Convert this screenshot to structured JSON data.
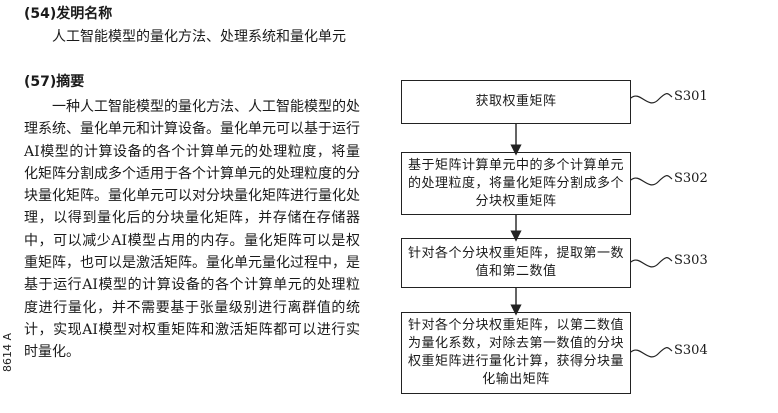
{
  "title_section": {
    "label": "(54)发明名称",
    "text": "人工智能模型的量化方法、处理系统和量化单元"
  },
  "abstract_section": {
    "label": "(57)摘要",
    "text": "一种人工智能模型的量化方法、人工智能模型的处理系统、量化单元和计算设备。量化单元可以基于运行AI模型的计算设备的各个计算单元的处理粒度，将量化矩阵分割成多个适用于各个计算单元的处理粒度的分块量化矩阵。量化单元可以对分块量化矩阵进行量化处理，以得到量化后的分块量化矩阵，并存储在存储器中，可以减少AI模型占用的内存。量化矩阵可以是权重矩阵，也可以是激活矩阵。量化单元量化过程中，是基于运行AI模型的计算设备的各个计算单元的处理粒度进行量化，并不需要基于张量级别进行离群值的统计，实现AI模型对权重矩阵和激活矩阵都可以进行实时量化。"
  },
  "side_code": "8614 A",
  "flowchart": {
    "steps": [
      {
        "id": "S301",
        "text": "获取权重矩阵"
      },
      {
        "id": "S302",
        "text": "基于矩阵计算单元中的多个计算单元的处理粒度，将量化矩阵分割成多个分块权重矩阵"
      },
      {
        "id": "S303",
        "text": "针对各个分块权重矩阵，提取第一数值和第二数值"
      },
      {
        "id": "S304",
        "text": "针对各个分块权重矩阵，以第二数值为量化系数，对除去第一数值的分块权重矩阵进行量化计算，获得分块量化输出矩阵"
      }
    ]
  }
}
